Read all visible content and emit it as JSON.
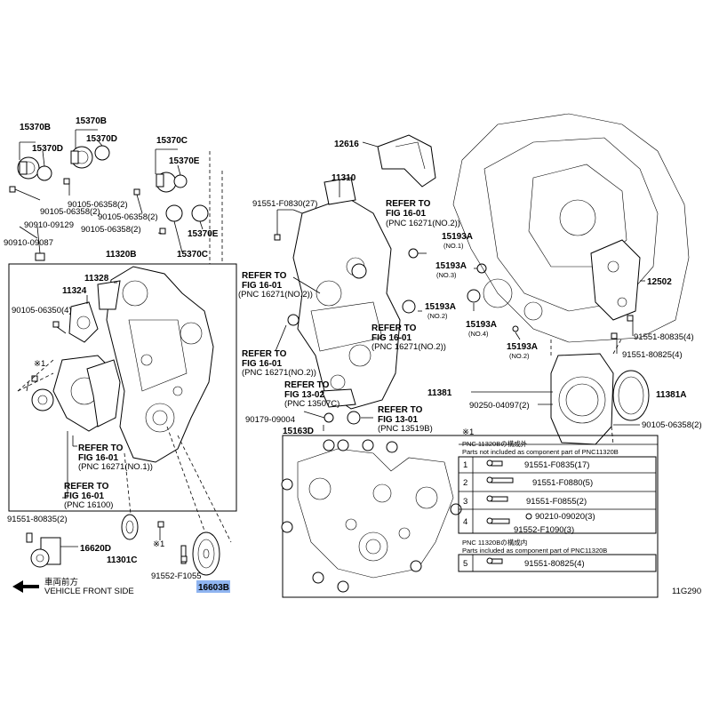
{
  "labels": {
    "p15370B_a": "15370B",
    "p15370B_b": "15370B",
    "p15370D_a": "15370D",
    "p15370D_b": "15370D",
    "p15370C_a": "15370C",
    "p15370C_b": "15370C",
    "p15370E_a": "15370E",
    "p15370E_b": "15370E",
    "p90105_06358_2a": "90105-06358(2)",
    "p90105_06358_2b": "90105-06358(2)",
    "p90105_06358_2c": "90105-06358(2)",
    "p90105_06358_2d": "90105-06358(2)",
    "p90910_09129": "90910-09129",
    "p90910_09087": "90910-09087",
    "p11320B": "11320B",
    "p11328": "11328",
    "p11324": "11324",
    "p90105_06350": "90105-06350(4)",
    "note1_a": "※1",
    "note1_b": "※1",
    "note1_c": "※1",
    "p12616": "12616",
    "p11310": "11310",
    "p91551_F0830": "91551-F0830(27)",
    "refer_to": "REFER TO",
    "fig_16_01": "FIG 16-01",
    "pnc_16271_no2": "(PNC 16271(NO.2))",
    "pnc_16271_no1": "(PNC 16271(NO.1))",
    "pnc_16100": "(PNC 16100)",
    "fig_13_02": "FIG 13-02",
    "pnc_13507C": "(PNC 13507C)",
    "fig_13_01": "FIG 13-01",
    "pnc_13519B": "(PNC 13519B)",
    "p15193A": "15193A",
    "no1": "(NO.1)",
    "no2": "(NO.2)",
    "no3": "(NO.3)",
    "no4": "(NO.4)",
    "p12502": "12502",
    "p91551_80835_4": "91551-80835(4)",
    "p91551_80825_4": "91551-80825(4)",
    "p11381": "11381",
    "p11381A": "11381A",
    "p90250_04097": "90250-04097(2)",
    "p90179_09004": "90179-09004",
    "p15163D": "15163D",
    "p90105_06358_2e": "90105-06358(2)",
    "p91551_80835_2": "91551-80835(2)",
    "p16620D": "16620D",
    "p11301C": "11301C",
    "p91552_F1055": "91552-F1055",
    "p16603B": "16603B",
    "front_jp": "車両前方",
    "front_en": "VEHICLE FRONT SIDE",
    "fig_code": "11G290"
  },
  "table": {
    "head1_jp": "PNC 11320Bの構成外",
    "head1_en": "Parts not included as component part of PNC11320B",
    "head2_jp": "PNC 11320Bの構成内",
    "head2_en": "Parts included as component part of PNC11320B",
    "rows": [
      {
        "num": "1",
        "part": "91551-F0835(17)"
      },
      {
        "num": "2",
        "part": "91551-F0880(5)"
      },
      {
        "num": "3",
        "part": "91551-F0855(2)"
      },
      {
        "num": "4",
        "part": "90210-09020(3)",
        "part2": "91552-F1090(3)"
      },
      {
        "num": "5",
        "part": "91551-80825(4)"
      }
    ]
  },
  "colors": {
    "highlight": "#8fb4f0",
    "line": "#000000"
  }
}
